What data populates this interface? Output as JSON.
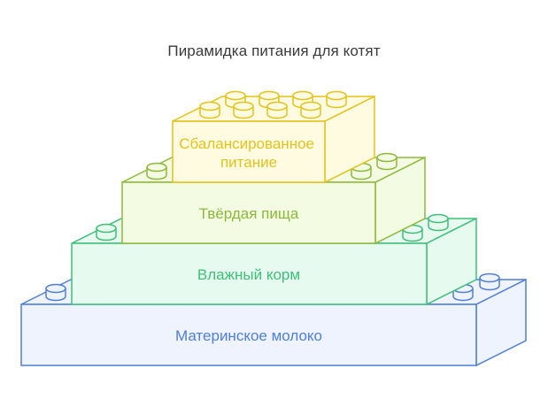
{
  "title": "Пирамидка питания для котят",
  "levels": [
    {
      "label": "Материнское молоко",
      "color": "#4f7fd6",
      "fill": "#eef3fd"
    },
    {
      "label": "Влажный корм",
      "color": "#3fbf7a",
      "fill": "#e6faef"
    },
    {
      "label": "Твёрдая пища",
      "color": "#8db83a",
      "fill": "#f4fbe3"
    },
    {
      "label_lines": [
        "Сбалансированное",
        "питание"
      ],
      "color": "#e3c21e",
      "fill": "#fffbe0"
    }
  ]
}
